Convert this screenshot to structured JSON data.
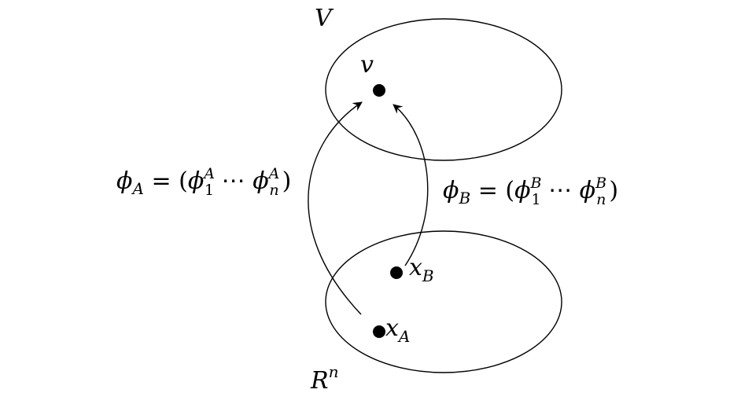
{
  "diagram": {
    "set_v": {
      "label": "V",
      "point_label": "v"
    },
    "set_rn": {
      "label_base": "R",
      "label_sup": "n",
      "point_a": {
        "base": "x",
        "sub": "A"
      },
      "point_b": {
        "base": "x",
        "sub": "B"
      }
    },
    "map_a": {
      "phi": "ϕ",
      "sub": "A",
      "eq": " = (",
      "comp1": "ϕ",
      "comp1_sub": "1",
      "comp1_sup": "A",
      "dots": " ⋯ ",
      "compn": "ϕ",
      "compn_sub": "n",
      "compn_sup": "A",
      "close": ")"
    },
    "map_b": {
      "phi": "ϕ",
      "sub": "B",
      "eq": " = (",
      "comp1": "ϕ",
      "comp1_sub": "1",
      "comp1_sup": "B",
      "dots": " ⋯ ",
      "compn": "ϕ",
      "compn_sub": "n",
      "compn_sup": "B",
      "close": ")"
    },
    "colors": {
      "stroke": "#000000",
      "background": "#ffffff"
    }
  }
}
